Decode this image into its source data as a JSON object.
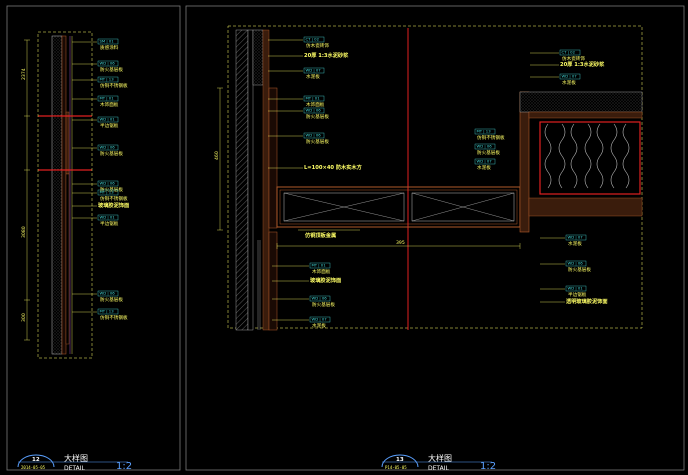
{
  "colors": {
    "background": "#000000",
    "frame": "#7a7a7a",
    "annotation": "#ffff66",
    "structure": "#b05a2a",
    "cut_line": "#e02020",
    "scale_text": "#5aa0ff"
  },
  "left_detail": {
    "tags": [
      {
        "code": "SM | 01",
        "text": "质感涂料"
      },
      {
        "code": "WD | 06",
        "text": "防火基层板"
      },
      {
        "code": "MT | 13",
        "text": "仿铜不锈钢板"
      },
      {
        "code": "MT | 01",
        "text": "木饰面板"
      },
      {
        "code": "WD | 01",
        "text": "半边锯板"
      },
      {
        "code": "WD | 06",
        "text": "防火基层板"
      },
      {
        "code": "WD | 06",
        "text": "防火基层板"
      },
      {
        "code": "MT | 13",
        "text": "仿铜不锈钢板"
      },
      {
        "code": "",
        "text": "玻璃胶泥饰面"
      },
      {
        "code": "WD | 01",
        "text": "半边锯板"
      },
      {
        "code": "WD | 06",
        "text": "防火基层板"
      },
      {
        "code": "MT | 13",
        "text": "仿铜不锈钢板"
      }
    ],
    "dims": [
      "2374",
      "3080",
      "300"
    ]
  },
  "main_detail": {
    "tags_top": [
      {
        "code": "CT | 02",
        "text": "仿木瓷砖饰"
      },
      {
        "code": "",
        "text": "20厚 1:3水泥砂浆"
      },
      {
        "code": "WD | 07",
        "text": "水泥板"
      },
      {
        "code": "MT | 01",
        "text": "木饰面板"
      },
      {
        "code": "WD | 06",
        "text": "防火基层板"
      },
      {
        "code": "WD | 06",
        "text": "防火基层板"
      },
      {
        "code": "",
        "text": "L=100×40 防木实木方"
      }
    ],
    "tags_right": [
      {
        "code": "CT | 02",
        "text": "仿木瓷砖饰"
      },
      {
        "code": "",
        "text": "20厚 1:3水泥砂浆"
      },
      {
        "code": "WD | 07",
        "text": "水泥板"
      },
      {
        "code": "MT | 13",
        "text": "仿铜不锈钢板"
      },
      {
        "code": "WD | 06",
        "text": "防火基层板"
      },
      {
        "code": "WD | 07",
        "text": "水泥板"
      }
    ],
    "tags_bottom_left": [
      {
        "code": "MT | 01",
        "text": "木饰面板"
      },
      {
        "code": "",
        "text": "玻璃胶泥饰面"
      },
      {
        "code": "WD | 06",
        "text": "防火基层板"
      },
      {
        "code": "WD | 07",
        "text": "水泥板"
      }
    ],
    "tags_bottom_right": [
      {
        "code": "WD | 07",
        "text": "水泥板"
      },
      {
        "code": "WD | 06",
        "text": "防火基层板"
      },
      {
        "code": "WD | 01",
        "text": "半边锯板"
      },
      {
        "code": "",
        "text": "透明玻璃胶泥饰面"
      }
    ],
    "middle_label": "仿铜顶板金属",
    "dims": [
      "460",
      "395"
    ]
  },
  "title_blocks": [
    {
      "number": "12",
      "date": "2014-05-05",
      "title_cn": "大样图",
      "title_en": "DETAIL",
      "scale": "1:2"
    },
    {
      "number": "13",
      "date": "P14-05-05",
      "title_cn": "大样图",
      "title_en": "DETAIL",
      "scale": "1:2"
    }
  ]
}
